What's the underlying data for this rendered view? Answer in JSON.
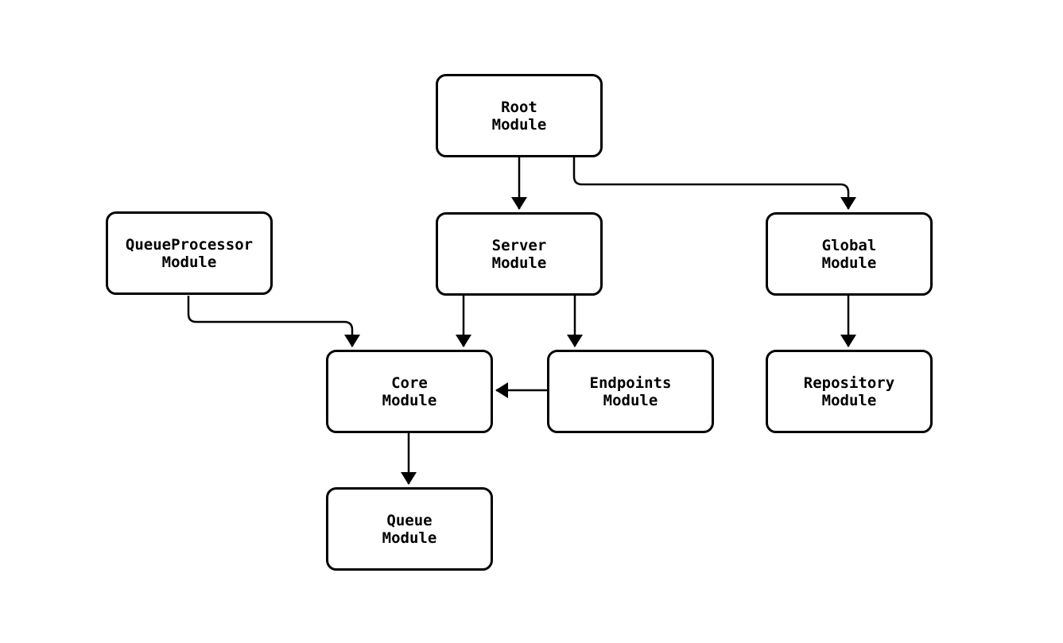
{
  "diagram": {
    "type": "module-dependency-graph",
    "background_color": "#ffffff",
    "stroke_color": "#000000",
    "text_color": "#000000",
    "nodes": [
      {
        "id": "root",
        "line1": "Root",
        "line2": "Module"
      },
      {
        "id": "queueprocessor",
        "line1": "QueueProcessor",
        "line2": "Module"
      },
      {
        "id": "server",
        "line1": "Server",
        "line2": "Module"
      },
      {
        "id": "global",
        "line1": "Global",
        "line2": "Module"
      },
      {
        "id": "core",
        "line1": "Core",
        "line2": "Module"
      },
      {
        "id": "endpoints",
        "line1": "Endpoints",
        "line2": "Module"
      },
      {
        "id": "repository",
        "line1": "Repository",
        "line2": "Module"
      },
      {
        "id": "queue",
        "line1": "Queue",
        "line2": "Module"
      }
    ],
    "edges": [
      {
        "from": "Root Module",
        "to": "Server Module"
      },
      {
        "from": "Root Module",
        "to": "Global Module"
      },
      {
        "from": "QueueProcessor Module",
        "to": "Core Module"
      },
      {
        "from": "Server Module",
        "to": "Core Module"
      },
      {
        "from": "Server Module",
        "to": "Endpoints Module"
      },
      {
        "from": "Endpoints Module",
        "to": "Core Module"
      },
      {
        "from": "Global Module",
        "to": "Repository Module"
      },
      {
        "from": "Core Module",
        "to": "Queue Module"
      }
    ]
  }
}
